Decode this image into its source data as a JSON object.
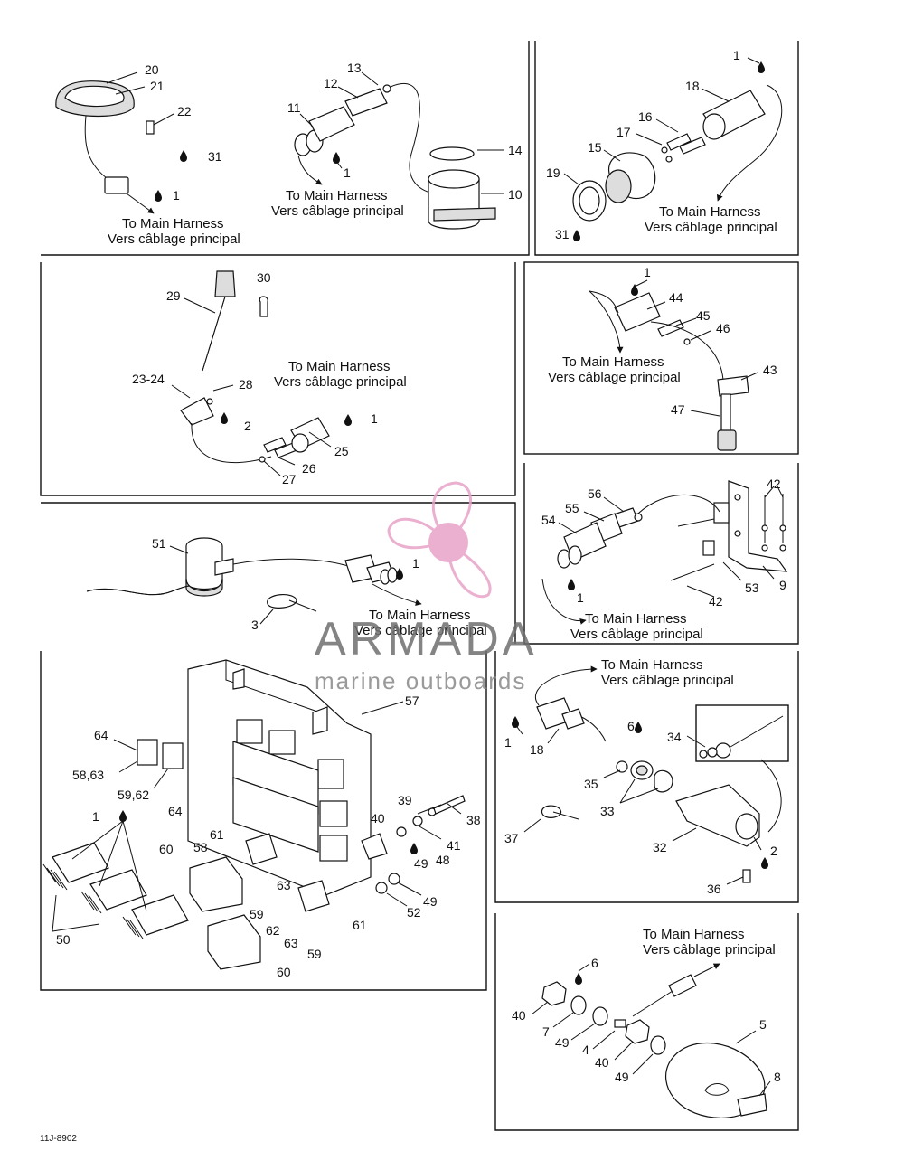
{
  "caption": {
    "line1": "To Main Harness",
    "line2": "Vers câblage principal"
  },
  "watermark": {
    "brand": "ARMADA",
    "tagline": "marine outboards",
    "logo_color": "#e8a3c8",
    "text_color": "#6e6e6e"
  },
  "drawing_code": "11J-8902",
  "callouts": {
    "p1": {
      "c20": "20",
      "c21": "21",
      "c22": "22",
      "c31": "31",
      "c1": "1"
    },
    "p2": {
      "c13": "13",
      "c12": "12",
      "c11": "11",
      "c1": "1",
      "c14": "14",
      "c10": "10"
    },
    "p3": {
      "c1": "1",
      "c18": "18",
      "c16": "16",
      "c17": "17",
      "c15": "15",
      "c19": "19",
      "c31": "31"
    },
    "p4": {
      "c30": "30",
      "c29": "29",
      "c2324": "23-24",
      "c28": "28",
      "c2": "2",
      "c1": "1",
      "c25": "25",
      "c26": "26",
      "c27": "27"
    },
    "p5": {
      "c1": "1",
      "c44": "44",
      "c45": "45",
      "c46": "46",
      "c43": "43",
      "c47": "47"
    },
    "p6": {
      "c51": "51",
      "c1": "1",
      "c3": "3"
    },
    "p7": {
      "c56": "56",
      "c55": "55",
      "c54": "54",
      "c42a": "42",
      "c42b": "42",
      "c53": "53",
      "c9": "9",
      "c1": "1"
    },
    "p8": {
      "c57": "57",
      "c64a": "64",
      "c5863": "58,63",
      "c5962": "59,62",
      "c64b": "64",
      "c1": "1",
      "c60a": "60",
      "c58": "58",
      "c61a": "61",
      "c63a": "63",
      "c59a": "59",
      "c6263": "62",
      "c63b": "63",
      "c59b": "59",
      "c60b": "60",
      "c61b": "61",
      "c50": "50",
      "c39": "39",
      "c38": "38",
      "c40": "40",
      "c41": "41",
      "c49a": "49",
      "c48": "48",
      "c49b": "49",
      "c52": "52"
    },
    "p9": {
      "c1": "1",
      "c18": "18",
      "c6": "6",
      "c34": "34",
      "c35": "35",
      "c33": "33",
      "c37": "37",
      "c32": "32",
      "c2": "2",
      "c36": "36"
    },
    "p10": {
      "c6": "6",
      "c40a": "40",
      "c7": "7",
      "c49a": "49",
      "c4": "4",
      "c40b": "40",
      "c49b": "49",
      "c5": "5",
      "c8": "8"
    }
  }
}
